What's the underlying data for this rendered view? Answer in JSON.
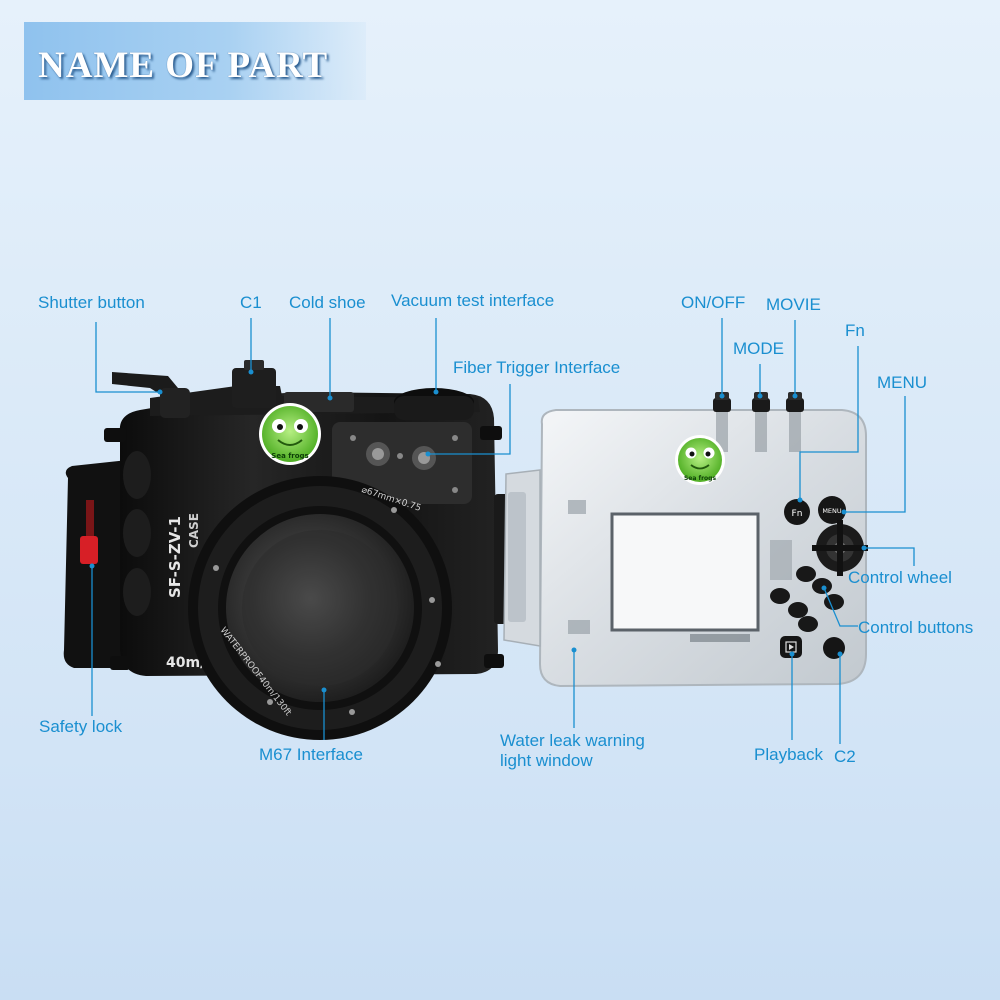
{
  "header": {
    "title": "NAME OF PART"
  },
  "front_housing": {
    "brand_badge": "Sea frogs",
    "model_text": "SF-S-ZV-1",
    "case_text": "CASE",
    "depth_text": "40m/",
    "lens_ring_top": "⌀67mm×0.75",
    "lens_ring_bottom": "WATERPROOF40m/130ft"
  },
  "back_housing": {
    "brand_badge": "Sea frogs",
    "fn_button": "Fn",
    "menu_button": "MENU"
  },
  "labels": {
    "shutter_button": "Shutter button",
    "c1": "C1",
    "cold_shoe": "Cold shoe",
    "vacuum_test": "Vacuum test interface",
    "fiber_trigger": "Fiber Trigger Interface",
    "on_off": "ON/OFF",
    "mode": "MODE",
    "movie": "MOVIE",
    "fn": "Fn",
    "menu": "MENU",
    "control_wheel": "Control wheel",
    "control_buttons": "Control buttons",
    "safety_lock": "Safety lock",
    "m67_interface": "M67 Interface",
    "water_leak_line1": "Water leak warning",
    "water_leak_line2": "light window",
    "playback": "Playback",
    "c2": "C2"
  },
  "colors": {
    "label_blue": "#1a8fd0",
    "banner_blue": "#8fc2ee",
    "housing_black": "#141414",
    "frog_green": "#6fcf3a"
  }
}
